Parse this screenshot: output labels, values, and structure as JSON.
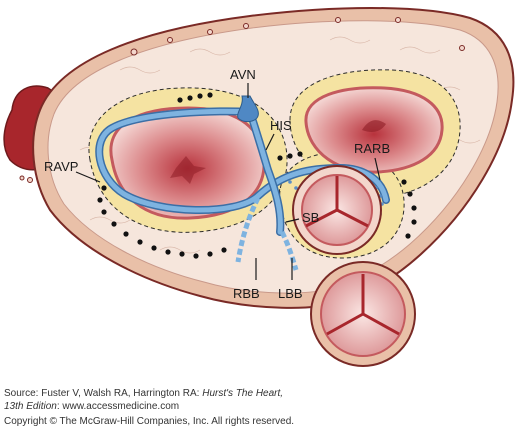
{
  "labels": {
    "avn": "AVN",
    "his": "HIS",
    "ravp": "RAVP",
    "rarb": "RARB",
    "sb": "SB",
    "rbb": "RBB",
    "lbb": "LBB"
  },
  "footer": {
    "source_prefix": "Source: Fuster V, Walsh RA, Harrington RA: ",
    "source_title": "Hurst's The Heart,",
    "edition": "13th Edition",
    "website": ": www.accessmedicine.com",
    "copyright": "Copyright © The McGraw-Hill Companies, Inc. All rights reserved."
  },
  "colors": {
    "outline": "#7a2a26",
    "tissue": "#f6e6dc",
    "rim": "#e9c0a8",
    "fat": "#f5e3a2",
    "conduction": "#7eb3e0",
    "valve": "#d06e72",
    "atrial_appendage": "#a8262c"
  }
}
